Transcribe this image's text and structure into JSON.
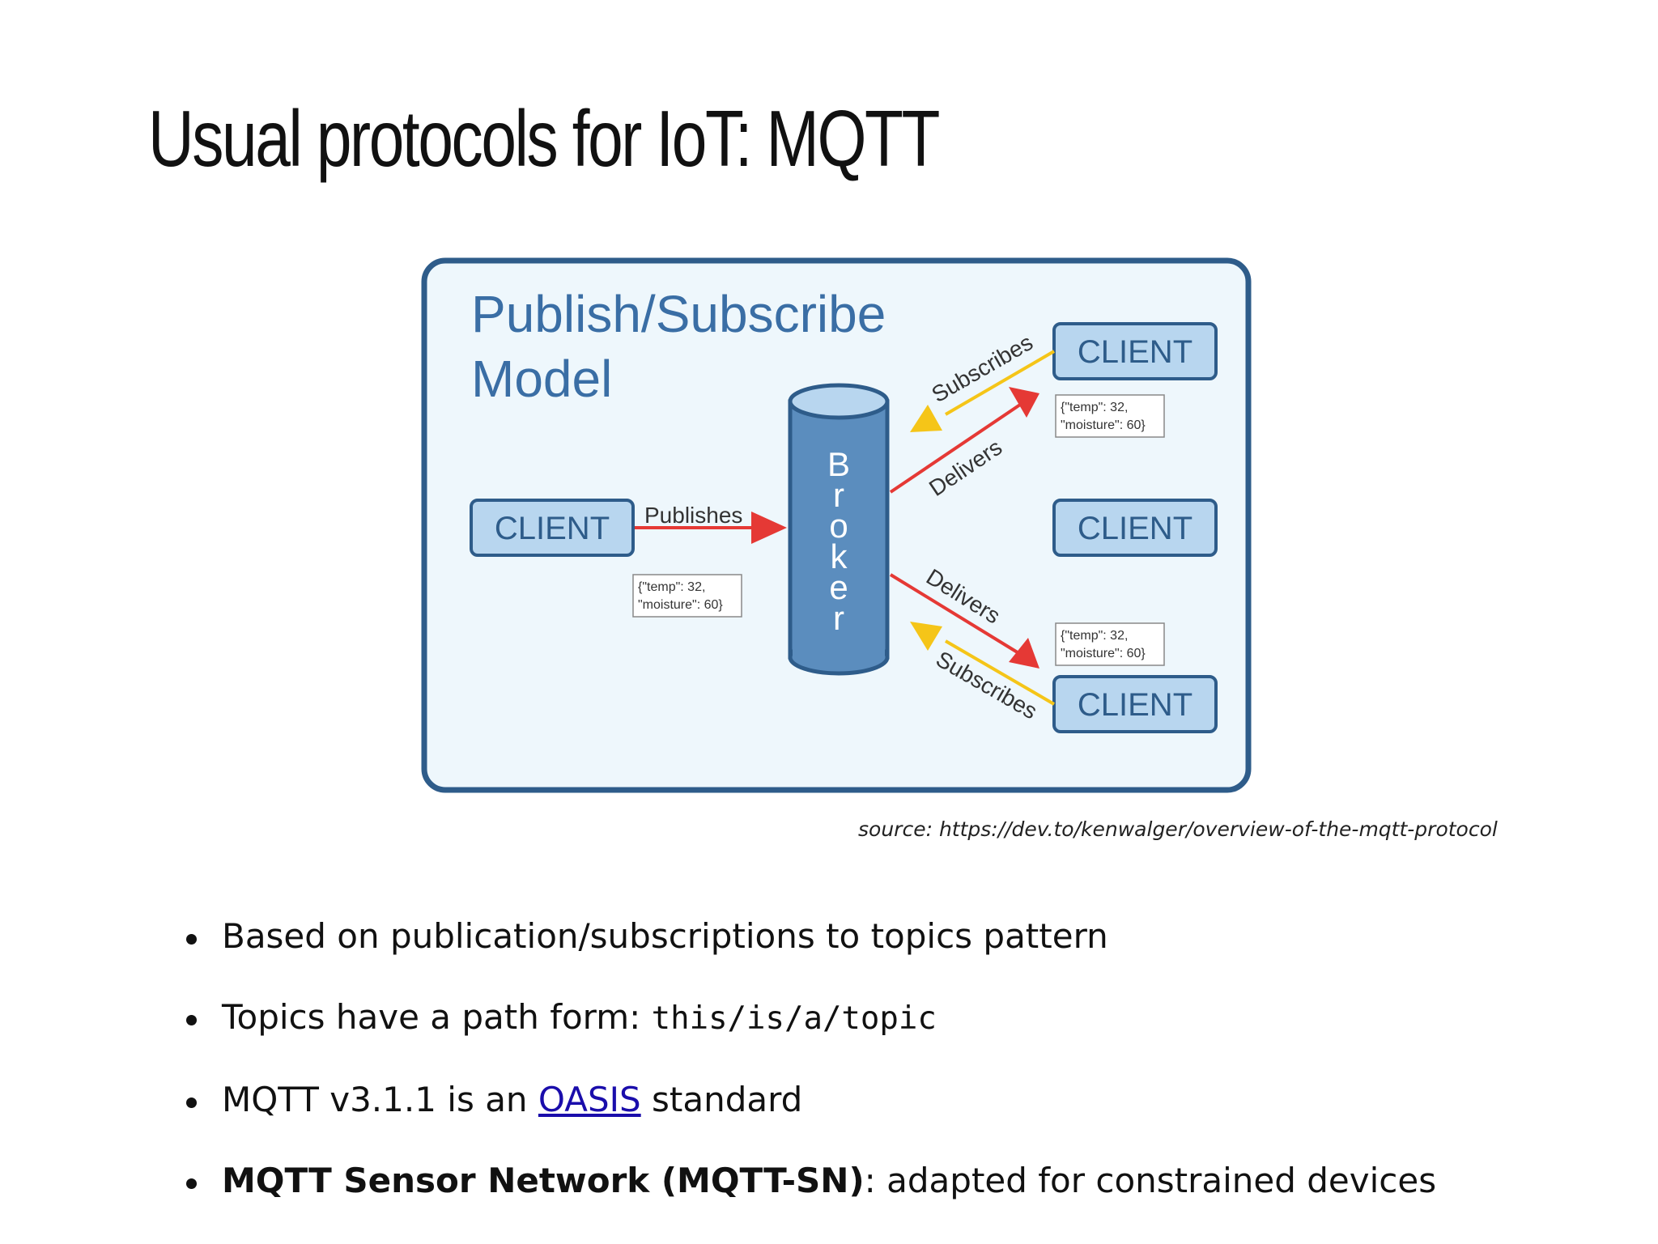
{
  "slide": {
    "title": "Usual protocols for IoT: MQTT"
  },
  "diagram": {
    "title_line1": "Publish/Subscribe",
    "title_line2": "Model",
    "broker_letters": [
      "B",
      "r",
      "o",
      "k",
      "e",
      "r"
    ],
    "client_label": "CLIENT",
    "publishes_label": "Publishes",
    "delivers_label": "Delivers",
    "subscribes_label": "Subscribes",
    "payload_line1": "{\"temp\": 32,",
    "payload_line2": "\"moisture\": 60}",
    "colors": {
      "frame_border": "#2e5c8a",
      "frame_fill": "#eef7fc",
      "title": "#3a6ea5",
      "client_fill": "#b8d6ef",
      "client_border": "#2e5c8a",
      "broker_fill": "#5b8dbe",
      "publish_arrow": "#e53935",
      "subscribe_arrow": "#f5c518"
    }
  },
  "source": {
    "caption": "source: https://dev.to/kenwalger/overview-of-the-mqtt-protocol"
  },
  "bullets": {
    "b1": "Based on publication/subscriptions to topics pattern",
    "b2_text": "Topics have a path form: ",
    "b2_code": "this/is/a/topic",
    "b3_pre": "MQTT v3.1.1 is an ",
    "b3_link": "OASIS",
    "b3_post": " standard",
    "b4_strong": "MQTT Sensor Network (MQTT-SN)",
    "b4_post": ": adapted for constrained devices"
  }
}
